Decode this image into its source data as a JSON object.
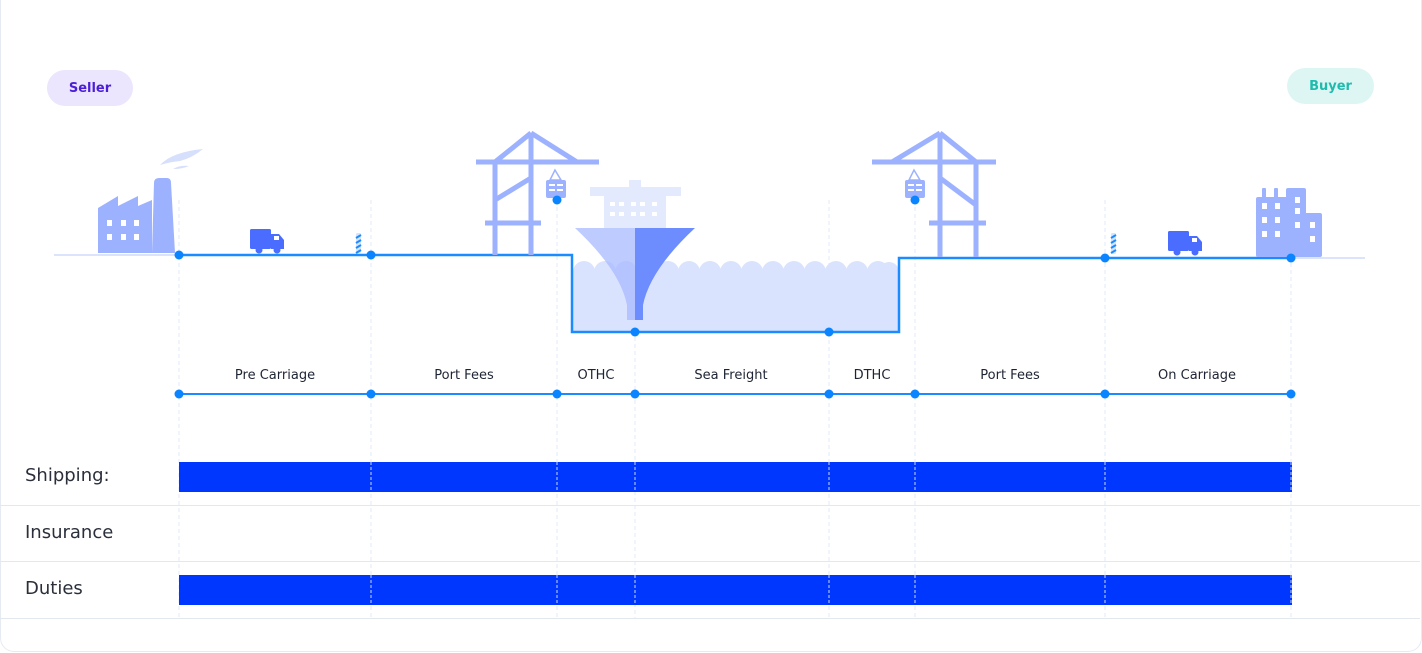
{
  "parties": {
    "seller": "Seller",
    "buyer": "Buyer"
  },
  "stages": [
    {
      "label": "Pre Carriage"
    },
    {
      "label": "Port Fees"
    },
    {
      "label": "OTHC"
    },
    {
      "label": "Sea Freight"
    },
    {
      "label": "DTHC"
    },
    {
      "label": "Port Fees"
    },
    {
      "label": "On Carriage"
    }
  ],
  "cost_rows": [
    {
      "label": "Shipping:",
      "covered": true
    },
    {
      "label": "Insurance",
      "covered": false
    },
    {
      "label": "Duties",
      "covered": true
    }
  ],
  "icons": {
    "origin": "factory-icon",
    "destination": "office-building-icon",
    "truck": "truck-icon",
    "crane": "port-crane-icon",
    "ship": "container-ship-icon",
    "border": "border-post-icon"
  },
  "colors": {
    "line": "#1a8cff",
    "bar": "#0037ff",
    "illustration": "#9db2ff",
    "water": "#dae3fd",
    "seller_pill_bg": "#ebe5fd",
    "seller_pill_text": "#4b1fd6",
    "buyer_pill_bg": "#ddf6f4",
    "buyer_pill_text": "#1fbcae"
  }
}
